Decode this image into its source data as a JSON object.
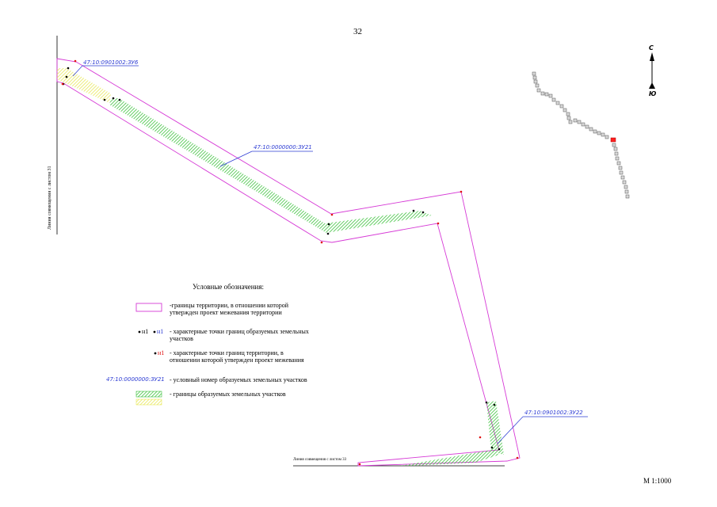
{
  "page_number": "32",
  "scale": "М 1:1000",
  "combo_line_left": "Линия совмещения с листом 31",
  "combo_line_bottom": "Линия совмещения с листом 33",
  "parcels": {
    "zu6": "47:10:0901002:ЗУ6",
    "zu21": "47:10:0000000:ЗУ21",
    "zu22": "47:10:0901002:ЗУ22"
  },
  "north": {
    "top": "С",
    "bottom": "Ю"
  },
  "legend": {
    "title": "Условные обозначения:",
    "boundary_text": "-границы территории, в отношении которой утвержден проект межевания территории",
    "char_points_label1": "н1",
    "char_points_label2": "н1",
    "char_points_text": "- характерные точки границ  образуемых земельных участков",
    "terr_points_label": "н1",
    "terr_points_text": "- характерные точки границ территории, в отношении которой утвержден проект межевания",
    "code_sample": "47:10:0000000:ЗУ21",
    "code_text": "- условный номер образуемых земельных участков",
    "hatch_text": "- границы образуемых земельных участков"
  },
  "colors": {
    "boundary": "#d63ad6",
    "hatch_green": "#3ec23e",
    "hatch_yellow": "#e8e85a",
    "label_blue": "#2c3bd3",
    "point_red": "#e01010",
    "minimap_highlight": "#ff2020"
  }
}
